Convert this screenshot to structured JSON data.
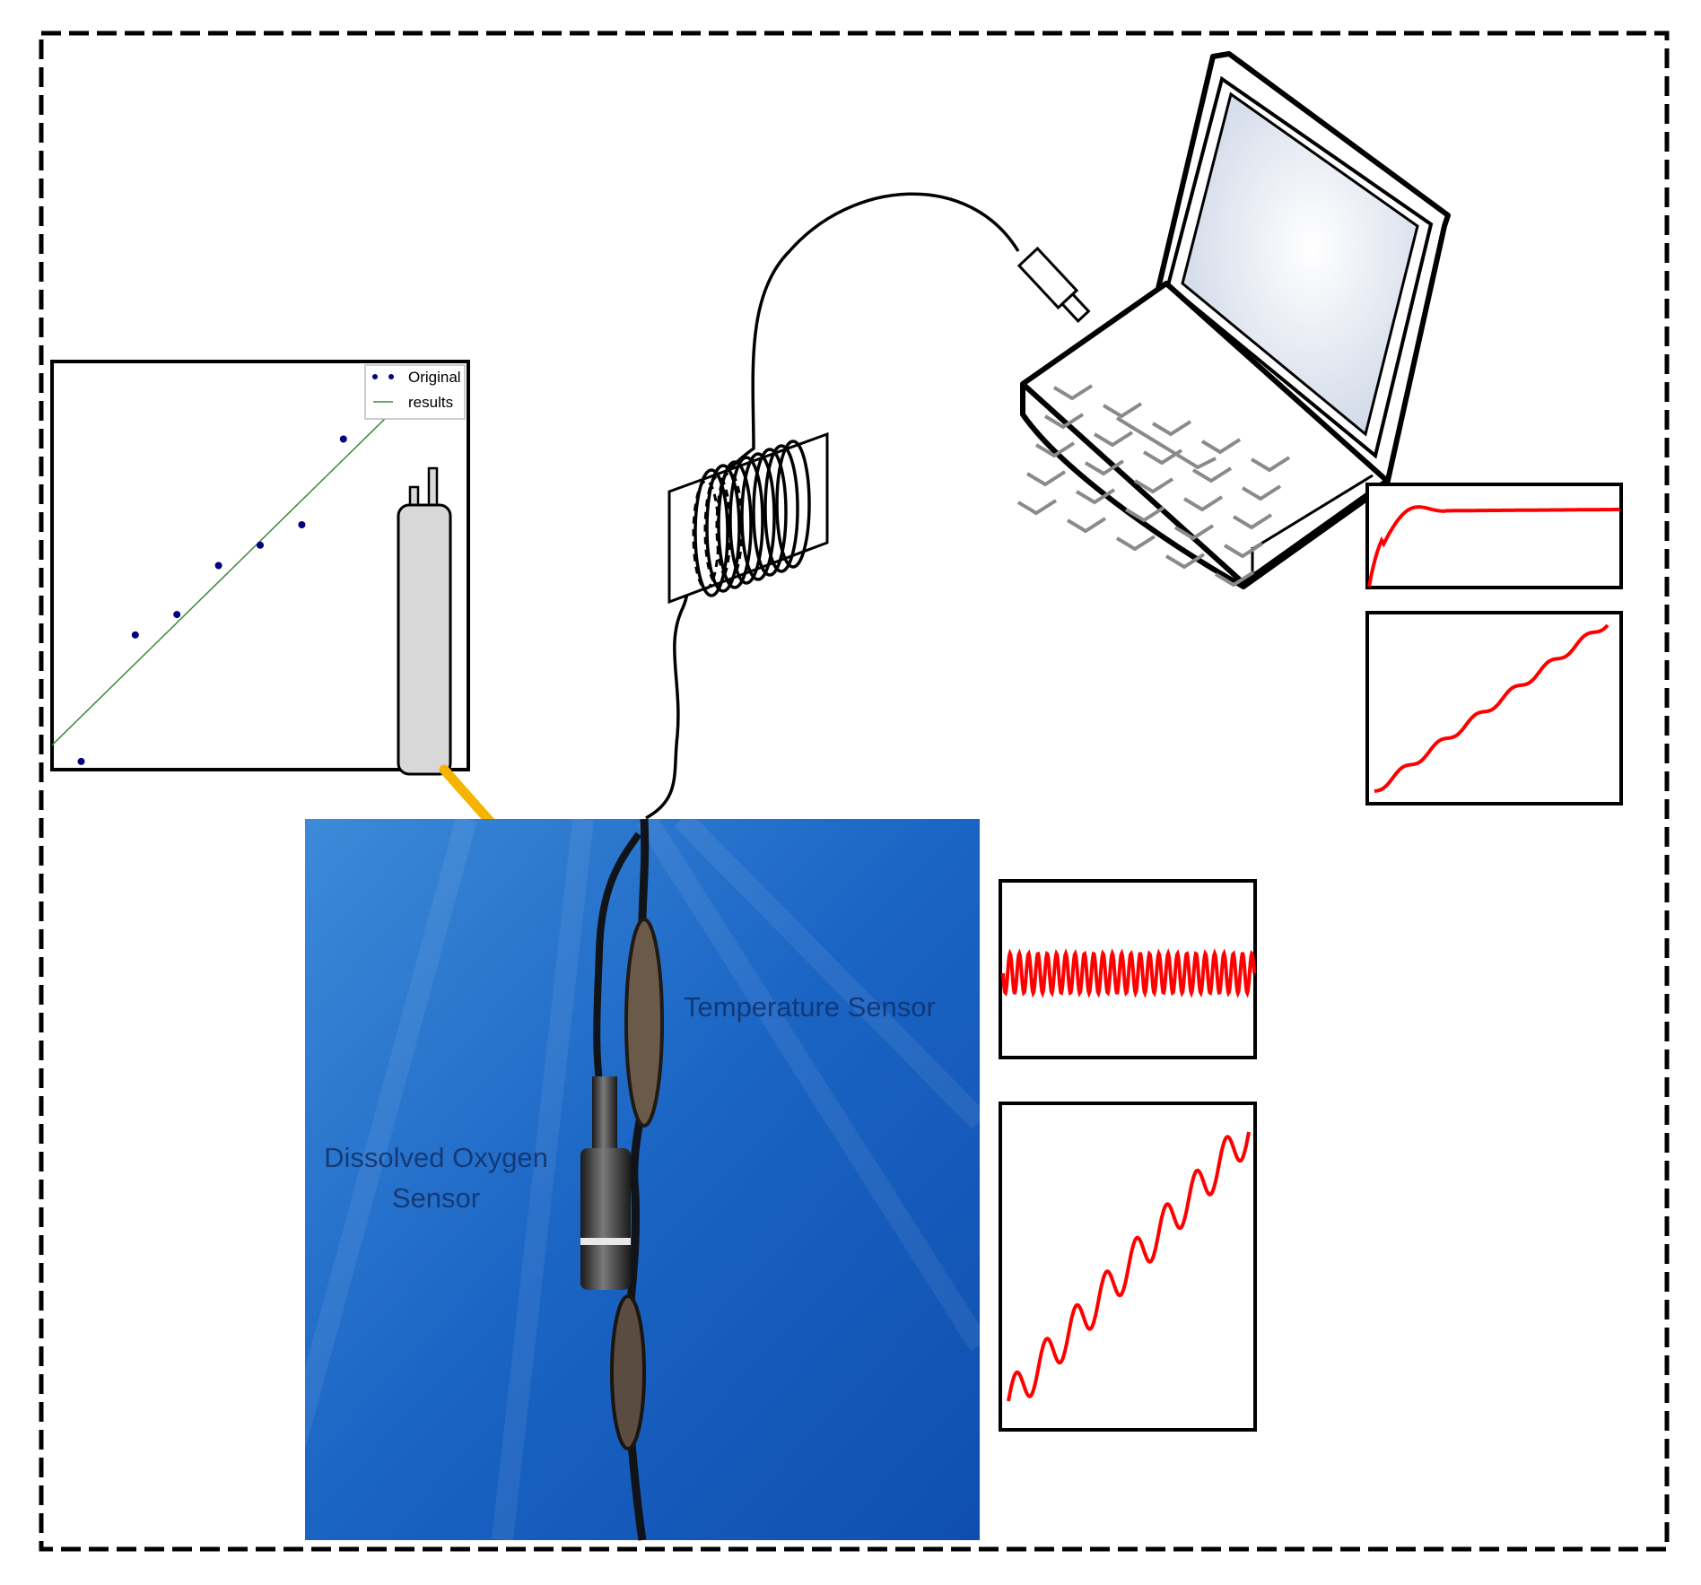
{
  "calibration_plot": {
    "legend": {
      "series_1": "Original",
      "series_2": "results"
    }
  },
  "chart_data": [
    {
      "type": "scatter",
      "series": [
        {
          "name": "Original",
          "points": [
            [
              0.7,
              0.2
            ],
            [
              2.0,
              3.3
            ],
            [
              3.0,
              3.8
            ],
            [
              4.0,
              5.0
            ],
            [
              5.0,
              5.5
            ],
            [
              6.0,
              6.0
            ],
            [
              7.0,
              8.1
            ]
          ]
        },
        {
          "name": "results",
          "line": [
            [
              0.0,
              0.6
            ],
            [
              8.0,
              8.6
            ]
          ]
        }
      ],
      "colors": {
        "Original": "#000080",
        "results": "#3a8a3a"
      }
    },
    {
      "type": "line",
      "shape": "rise-then-plateau",
      "color": "#ff0000"
    },
    {
      "type": "line",
      "shape": "steady-increase",
      "color": "#ff0000"
    },
    {
      "type": "line",
      "shape": "oscillating",
      "color": "#ff0000"
    },
    {
      "type": "line",
      "shape": "increasing-with-oscillation",
      "color": "#ff0000"
    }
  ],
  "photo": {
    "label_temperature": "Temperature Sensor",
    "label_oxygen_line1": "Dissolved Oxygen",
    "label_oxygen_line2": "Sensor"
  },
  "colors": {
    "arrow": "#f5b400",
    "water": "#1a64c4",
    "signal": "#ff0000",
    "probe": "#d8d8d8",
    "screen": "#dfe6f2"
  },
  "icons": [
    "laptop-icon",
    "data-logger-coil-icon",
    "usb-plug-icon",
    "probe-icon",
    "arrow-icon"
  ]
}
